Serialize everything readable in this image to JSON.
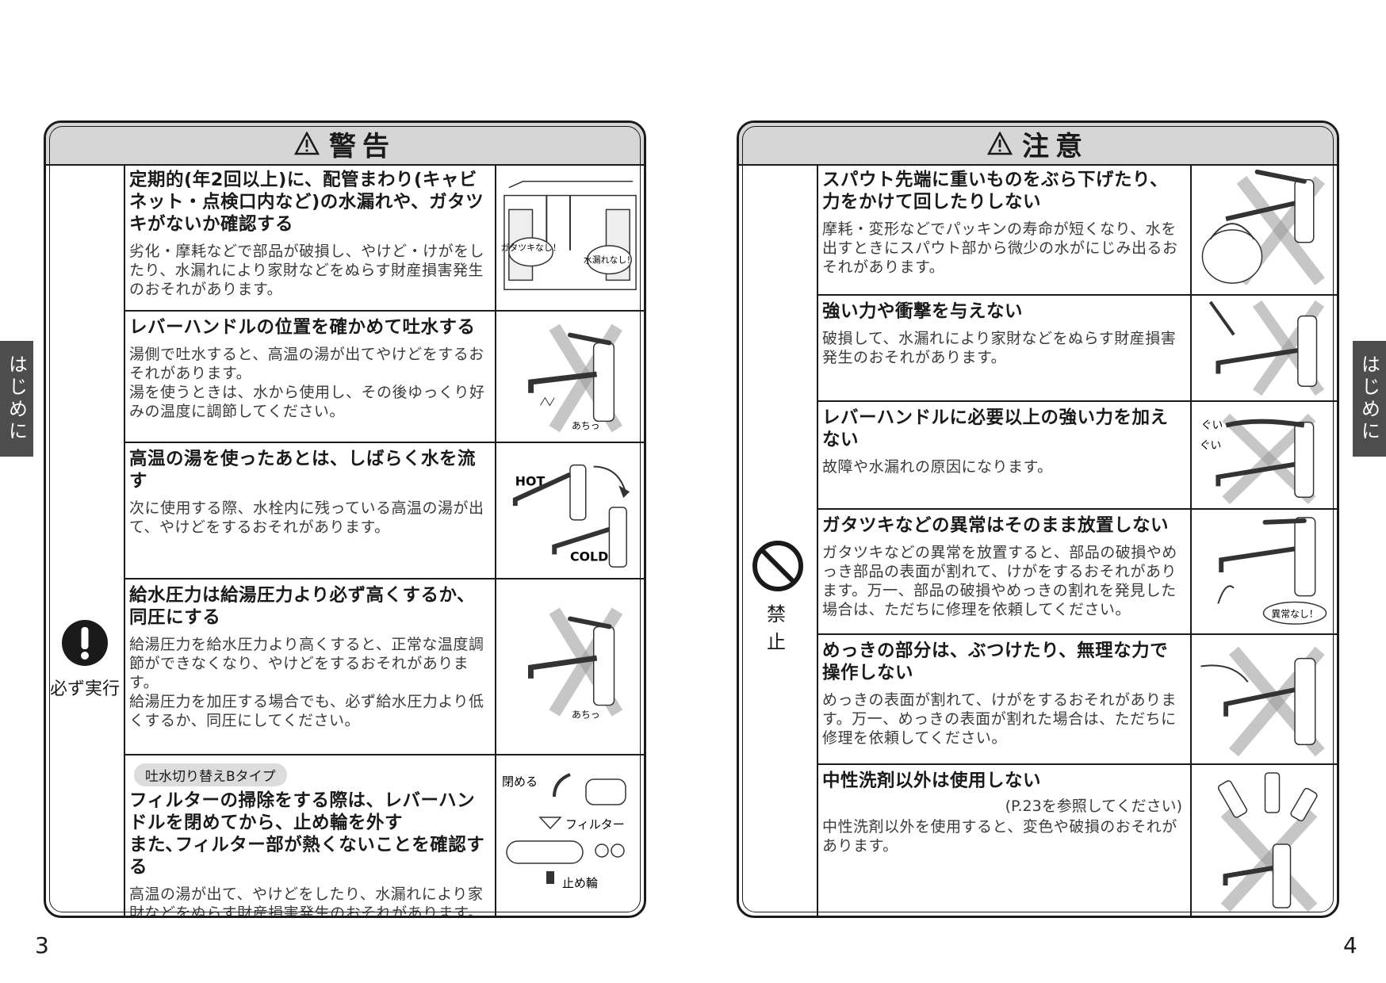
{
  "side_tab": "はじめに",
  "left": {
    "header": "警告",
    "category": "必ず実行",
    "page": "3",
    "rows": [
      {
        "heading": "定期的(年2回以上)に、配管まわり(キャビネット・点検口内など)の水漏れや、ガタツキがないか確認する",
        "body": "劣化・摩耗などで部品が破損し、やけど・けがをしたり、水漏れにより家財などをぬらす財産損害発生のおそれがあります。",
        "labels": [
          "ガタツキなし！",
          "水漏れなし！"
        ]
      },
      {
        "heading": "レバーハンドルの位置を確かめて吐水する",
        "body": "湯側で吐水すると、高温の湯が出てやけどをするおそれがあります。\n湯を使うときは、水から使用し、その後ゆっくり好みの温度に調節してください。",
        "labels": [
          "あちっ"
        ]
      },
      {
        "heading": "高温の湯を使ったあとは、しばらく水を流す",
        "body": "次に使用する際、水栓内に残っている高温の湯が出て、やけどをするおそれがあります。",
        "labels": [
          "HOT",
          "COLD"
        ]
      },
      {
        "heading": "給水圧力は給湯圧力より必ず高くするか、同圧にする",
        "body": "給湯圧力を給水圧力より高くすると、正常な温度調節ができなくなり、やけどをするおそれがあります。\n給湯圧力を加圧する場合でも、必ず給水圧力より低くするか、同圧にしてください。",
        "labels": [
          "あちっ"
        ]
      },
      {
        "badge": "吐水切り替えBタイプ",
        "heading": "フィルターの掃除をする際は、レバーハンドルを閉めてから、止め輪を外す\nまた､フィルター部が熱くないことを確認する",
        "body": "高温の湯が出て、やけどをしたり、水漏れにより家財などをぬらす財産損害発生のおそれがあります。",
        "labels": [
          "閉める",
          "フィルター",
          "止め輪"
        ]
      }
    ]
  },
  "right": {
    "header": "注意",
    "category": "禁止",
    "page": "4",
    "rows": [
      {
        "heading": "スパウト先端に重いものをぶら下げたり、力をかけて回したりしない",
        "body": "摩耗・変形などでパッキンの寿命が短くなり、水を出すときにスパウト部から微少の水がにじみ出るおそれがあります。"
      },
      {
        "heading": "強い力や衝撃を与えない",
        "body": "破損して、水漏れにより家財などをぬらす財産損害発生のおそれがあります。"
      },
      {
        "heading": "レバーハンドルに必要以上の強い力を加えない",
        "body": "故障や水漏れの原因になります。",
        "labels": [
          "ぐい",
          "ぐい"
        ]
      },
      {
        "heading": "ガタツキなどの異常はそのまま放置しない",
        "body": "ガタツキなどの異常を放置すると、部品の破損やめっき部品の表面が割れて、けがをするおそれがあります。万一、部品の破損やめっきの割れを発見した場合は、ただちに修理を依頼してください。",
        "labels": [
          "異常なし！"
        ]
      },
      {
        "heading": "めっきの部分は、ぶつけたり、無理な力で操作しない",
        "body": "めっきの表面が割れて、けがをするおそれがあります。万一、めっきの表面が割れた場合は、ただちに修理を依頼してください。"
      },
      {
        "heading": "中性洗剤以外は使用しない",
        "ref": "(P.23を参照してください)",
        "body": "中性洗剤以外を使用すると、変色や破損のおそれがあります。"
      }
    ]
  }
}
